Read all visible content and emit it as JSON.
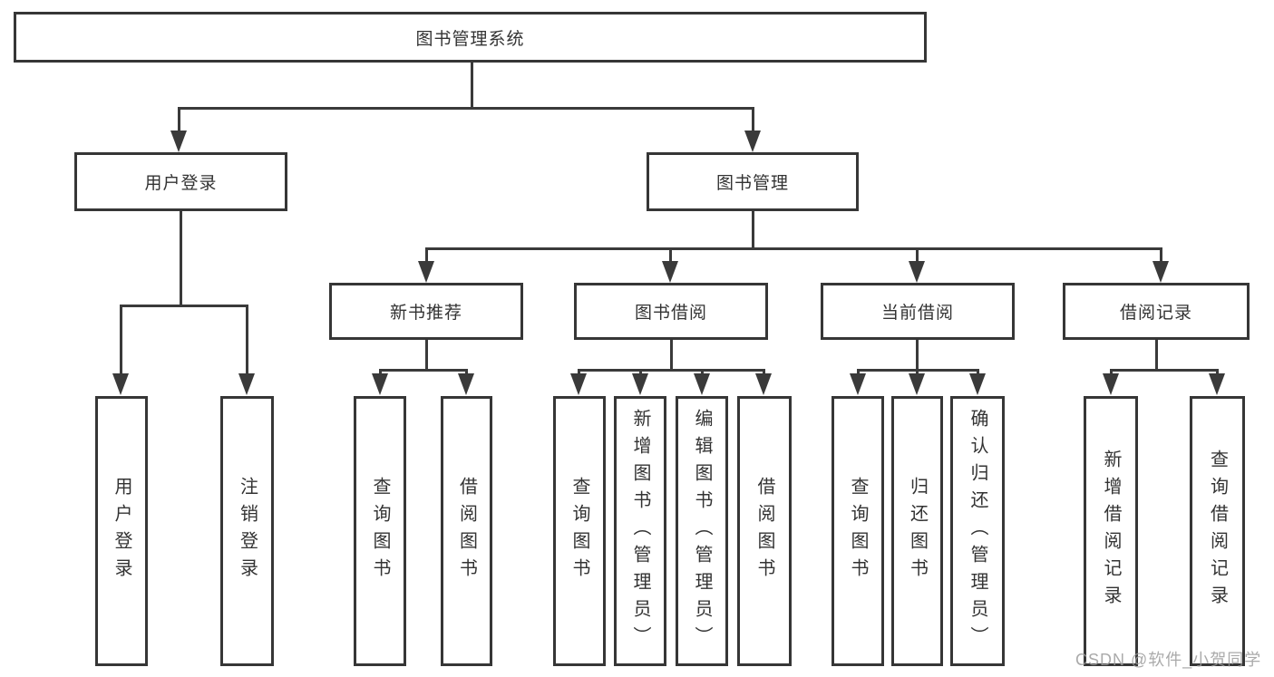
{
  "tree": {
    "root": {
      "label": "图书管理系统",
      "children": [
        {
          "label": "用户登录",
          "children": [
            {
              "label": "用户登录"
            },
            {
              "label": "注销登录"
            }
          ]
        },
        {
          "label": "图书管理",
          "children": [
            {
              "label": "新书推荐",
              "children": [
                {
                  "label": "查询图书"
                },
                {
                  "label": "借阅图书"
                }
              ]
            },
            {
              "label": "图书借阅",
              "children": [
                {
                  "label": "查询图书"
                },
                {
                  "label": "新增图书（管理员）"
                },
                {
                  "label": "编辑图书（管理员）"
                },
                {
                  "label": "借阅图书"
                }
              ]
            },
            {
              "label": "当前借阅",
              "children": [
                {
                  "label": "查询图书"
                },
                {
                  "label": "归还图书"
                },
                {
                  "label": "确认归还（管理员）"
                }
              ]
            },
            {
              "label": "借阅记录",
              "children": [
                {
                  "label": "新增借阅记录"
                },
                {
                  "label": "查询借阅记录"
                }
              ]
            }
          ]
        }
      ]
    }
  },
  "watermark": {
    "text": "CSDN @软件_小贺同学"
  },
  "colors": {
    "line": "#3a3a3a",
    "box_border": "#363636",
    "text": "#333333",
    "watermark": "#9c9c9c",
    "background": "#ffffff"
  }
}
